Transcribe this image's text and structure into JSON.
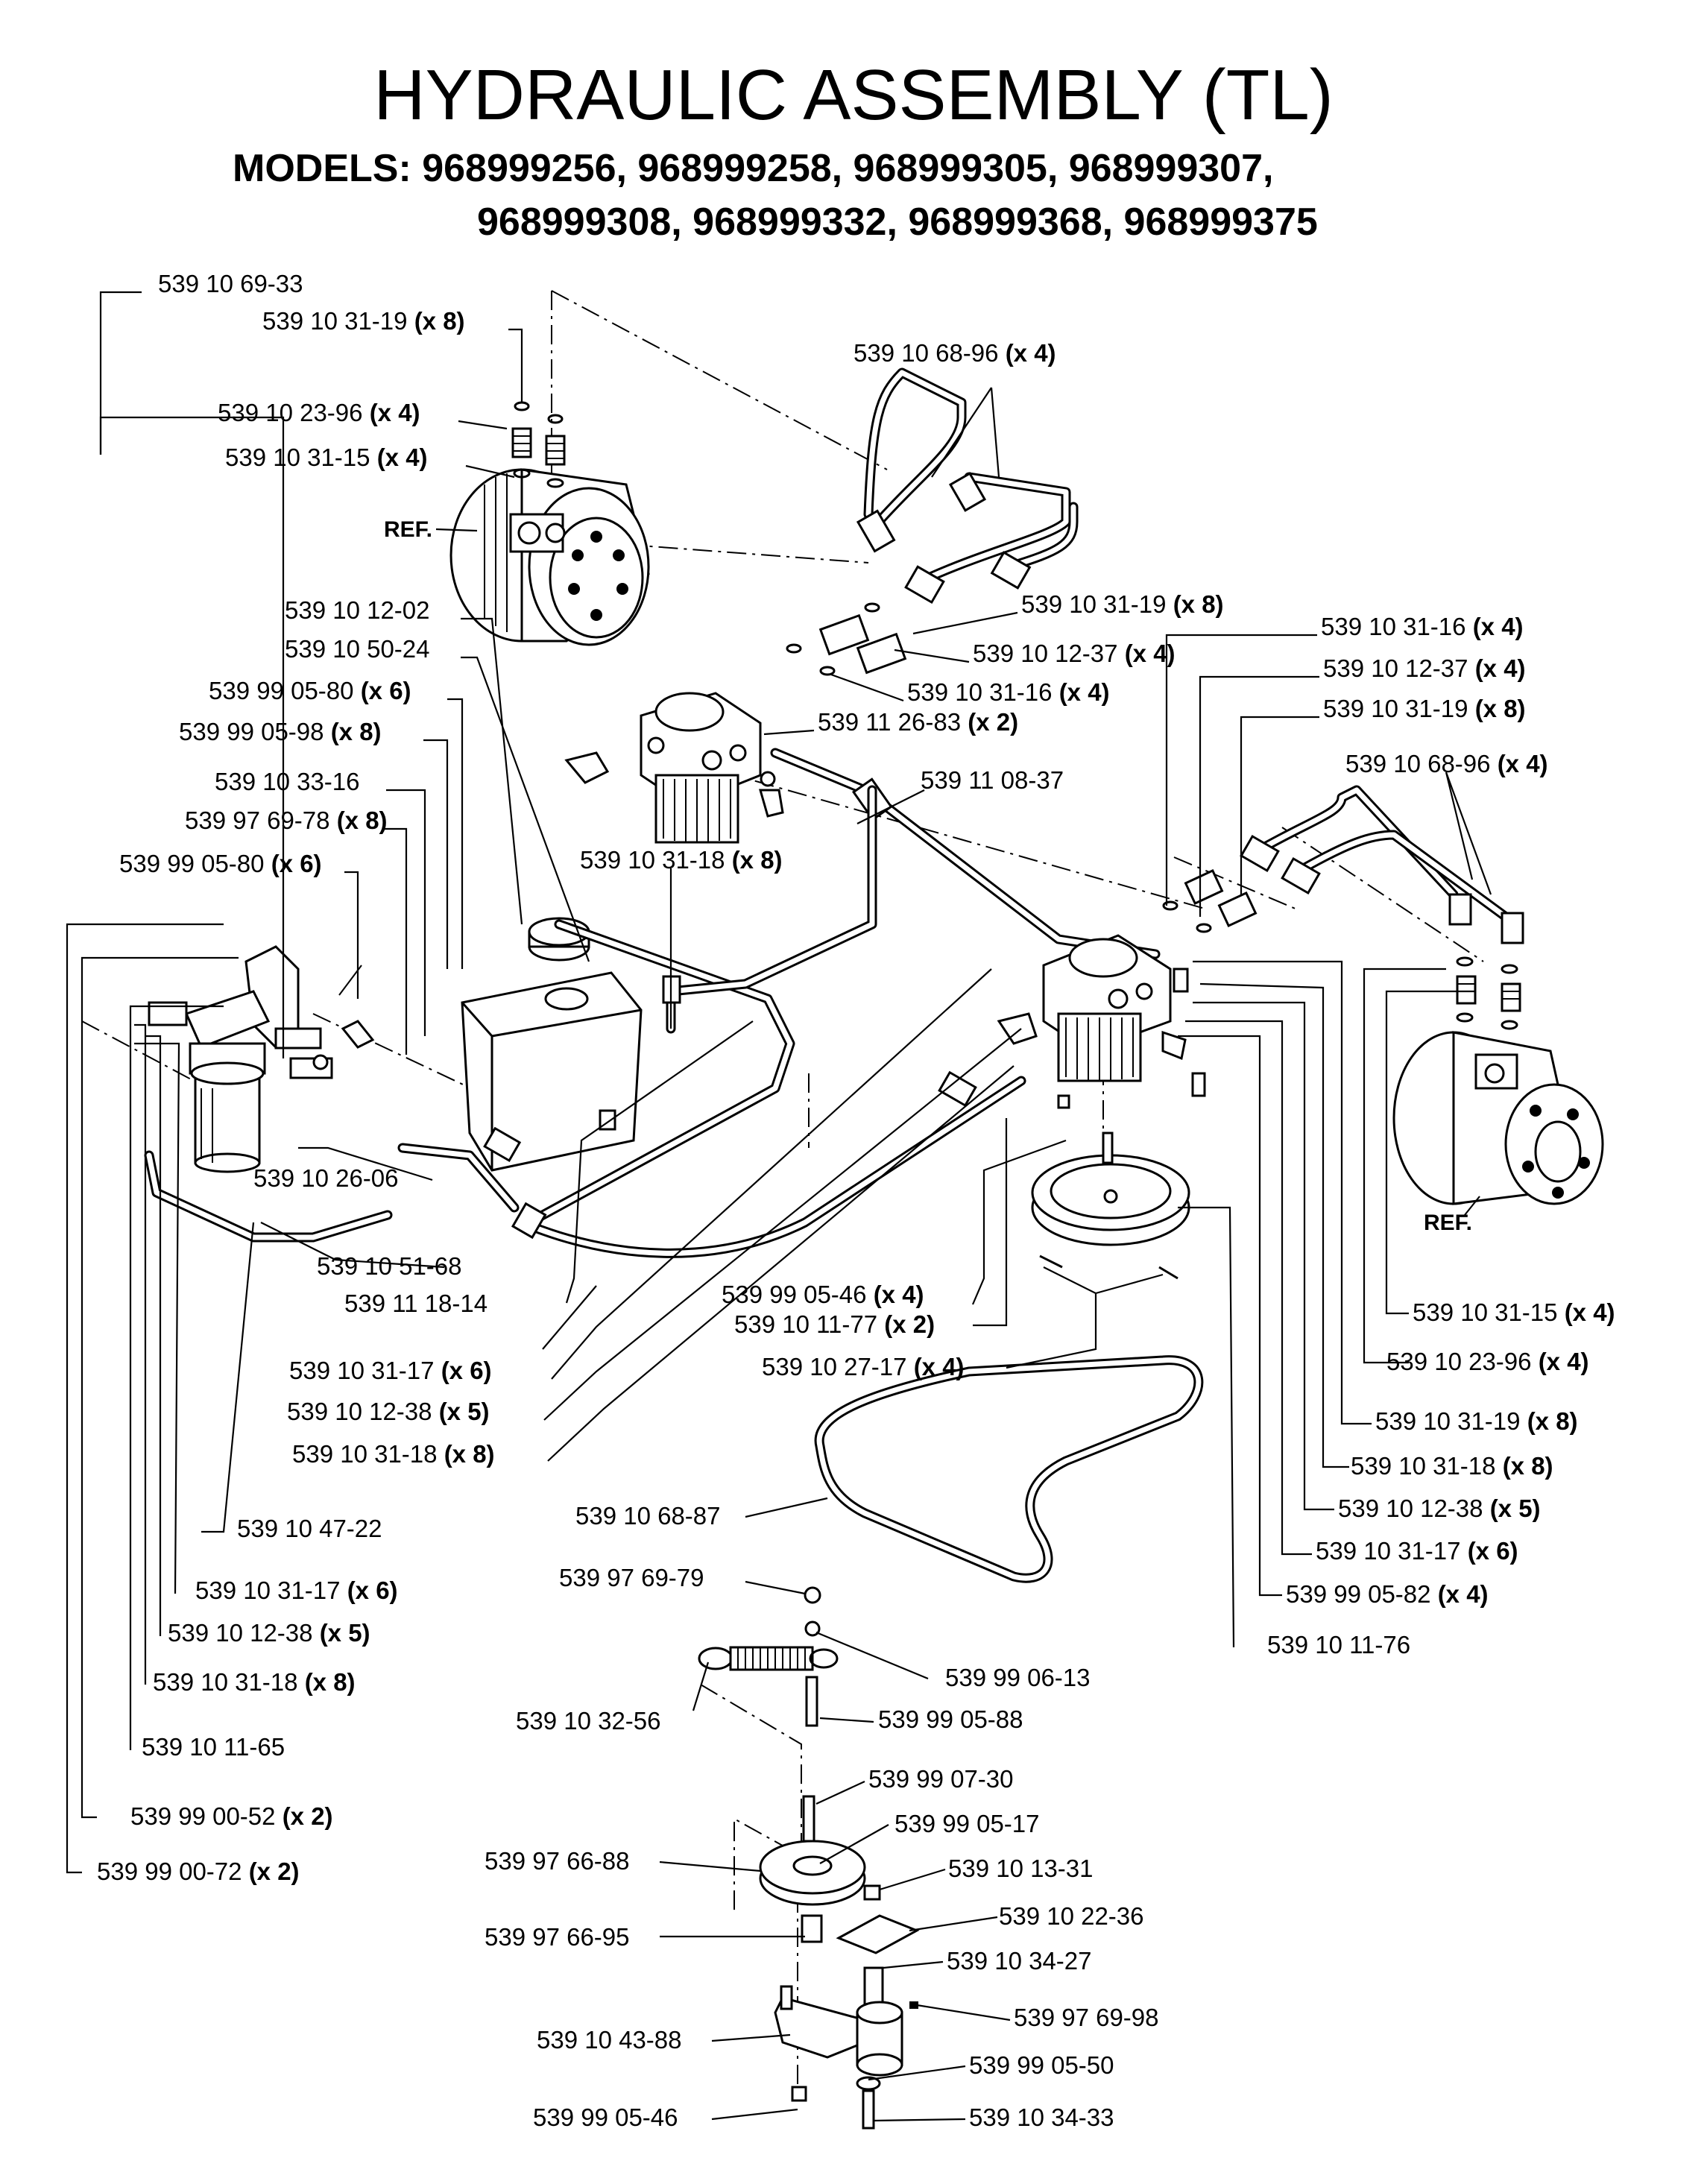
{
  "title": "HYDRAULIC ASSEMBLY (TL)",
  "models_line1": "MODELS:  968999256,  968999258,  968999305,  968999307,",
  "models_line2": "968999308,  968999332,  968999368,  968999375",
  "ref_left": "REF.",
  "ref_right": "REF.",
  "labels": [
    {
      "id": "l01",
      "part": "539 10 69-33",
      "qty": ""
    },
    {
      "id": "l02",
      "part": "539 10 31-19",
      "qty": "(x 8)"
    },
    {
      "id": "l03",
      "part": "539 10 23-96",
      "qty": "(x 4)"
    },
    {
      "id": "l04",
      "part": "539 10 31-15",
      "qty": "(x 4)"
    },
    {
      "id": "l05",
      "part": "539 10 68-96",
      "qty": "(x 4)"
    },
    {
      "id": "l06",
      "part": "539 10 31-19",
      "qty": "(x 8)"
    },
    {
      "id": "l07",
      "part": "539 10 12-37",
      "qty": "(x 4)"
    },
    {
      "id": "l08",
      "part": "539 10 31-16",
      "qty": "(x 4)"
    },
    {
      "id": "l09",
      "part": "539 10 12-02",
      "qty": ""
    },
    {
      "id": "l10",
      "part": "539 10 50-24",
      "qty": ""
    },
    {
      "id": "l11",
      "part": "539 99 05-80",
      "qty": "(x 6)"
    },
    {
      "id": "l12",
      "part": "539 99 05-98",
      "qty": "(x 8)"
    },
    {
      "id": "l13",
      "part": "539 11 26-83",
      "qty": "(x 2)"
    },
    {
      "id": "l14",
      "part": "539 10 31-16",
      "qty": "(x 4)"
    },
    {
      "id": "l15",
      "part": "539 10 12-37",
      "qty": "(x 4)"
    },
    {
      "id": "l16",
      "part": "539 10 31-19",
      "qty": "(x 8)"
    },
    {
      "id": "l17",
      "part": "539 10 68-96",
      "qty": "(x 4)"
    },
    {
      "id": "l18",
      "part": "539 10 33-16",
      "qty": ""
    },
    {
      "id": "l19",
      "part": "539 11 08-37",
      "qty": ""
    },
    {
      "id": "l20",
      "part": "539 97 69-78",
      "qty": "(x 8)"
    },
    {
      "id": "l21",
      "part": "539 10 31-18",
      "qty": "(x 8)"
    },
    {
      "id": "l22",
      "part": "539 99 05-80",
      "qty": "(x 6)"
    },
    {
      "id": "l23",
      "part": "539 10 26-06",
      "qty": ""
    },
    {
      "id": "l24",
      "part": "539 10 51-68",
      "qty": ""
    },
    {
      "id": "l25",
      "part": "539 11 18-14",
      "qty": ""
    },
    {
      "id": "l26",
      "part": "539 99 05-46",
      "qty": "(x 4)"
    },
    {
      "id": "l27",
      "part": "539 10 11-77",
      "qty": "(x 2)"
    },
    {
      "id": "l28",
      "part": "539 10 27-17",
      "qty": "(x 4)"
    },
    {
      "id": "l29",
      "part": "539 10 31-15",
      "qty": "(x 4)"
    },
    {
      "id": "l30",
      "part": "539 10 23-96",
      "qty": "(x 4)"
    },
    {
      "id": "l31",
      "part": "539 10 31-17",
      "qty": "(x 6)"
    },
    {
      "id": "l32",
      "part": "539 10 12-38",
      "qty": "(x 5)"
    },
    {
      "id": "l33",
      "part": "539 10 31-18",
      "qty": "(x 8)"
    },
    {
      "id": "l34",
      "part": "539 10 31-19",
      "qty": "(x 8)"
    },
    {
      "id": "l35",
      "part": "539 10 31-18",
      "qty": "(x 8)"
    },
    {
      "id": "l36",
      "part": "539 10 12-38",
      "qty": "(x 5)"
    },
    {
      "id": "l37",
      "part": "539 10 68-87",
      "qty": ""
    },
    {
      "id": "l38",
      "part": "539 10 31-17",
      "qty": "(x 6)"
    },
    {
      "id": "l39",
      "part": "539 10 47-22",
      "qty": ""
    },
    {
      "id": "l40",
      "part": "539 99 05-82",
      "qty": "(x 4)"
    },
    {
      "id": "l41",
      "part": "539 97 69-79",
      "qty": ""
    },
    {
      "id": "l42",
      "part": "539 10 31-17",
      "qty": "(x 6)"
    },
    {
      "id": "l43",
      "part": "539 10 11-76",
      "qty": ""
    },
    {
      "id": "l44",
      "part": "539 10 12-38",
      "qty": "(x 5)"
    },
    {
      "id": "l45",
      "part": "539 99 06-13",
      "qty": ""
    },
    {
      "id": "l46",
      "part": "539 10 31-18",
      "qty": "(x 8)"
    },
    {
      "id": "l47",
      "part": "539 10 32-56",
      "qty": ""
    },
    {
      "id": "l48",
      "part": "539 99 05-88",
      "qty": ""
    },
    {
      "id": "l49",
      "part": "539 10 11-65",
      "qty": ""
    },
    {
      "id": "l50",
      "part": "539 99 07-30",
      "qty": ""
    },
    {
      "id": "l51",
      "part": "539 99 00-52",
      "qty": "(x 2)"
    },
    {
      "id": "l52",
      "part": "539 99 05-17",
      "qty": ""
    },
    {
      "id": "l53",
      "part": "539 97 66-88",
      "qty": ""
    },
    {
      "id": "l54",
      "part": "539 10 13-31",
      "qty": ""
    },
    {
      "id": "l55",
      "part": "539 99 00-72",
      "qty": "(x 2)"
    },
    {
      "id": "l56",
      "part": "539 10 22-36",
      "qty": ""
    },
    {
      "id": "l57",
      "part": "539 97 66-95",
      "qty": ""
    },
    {
      "id": "l58",
      "part": "539 10 34-27",
      "qty": ""
    },
    {
      "id": "l59",
      "part": "539 97 69-98",
      "qty": ""
    },
    {
      "id": "l60",
      "part": "539 10 43-88",
      "qty": ""
    },
    {
      "id": "l61",
      "part": "539 99 05-50",
      "qty": ""
    },
    {
      "id": "l62",
      "part": "539 99 05-46",
      "qty": ""
    },
    {
      "id": "l63",
      "part": "539 10 34-33",
      "qty": ""
    }
  ]
}
